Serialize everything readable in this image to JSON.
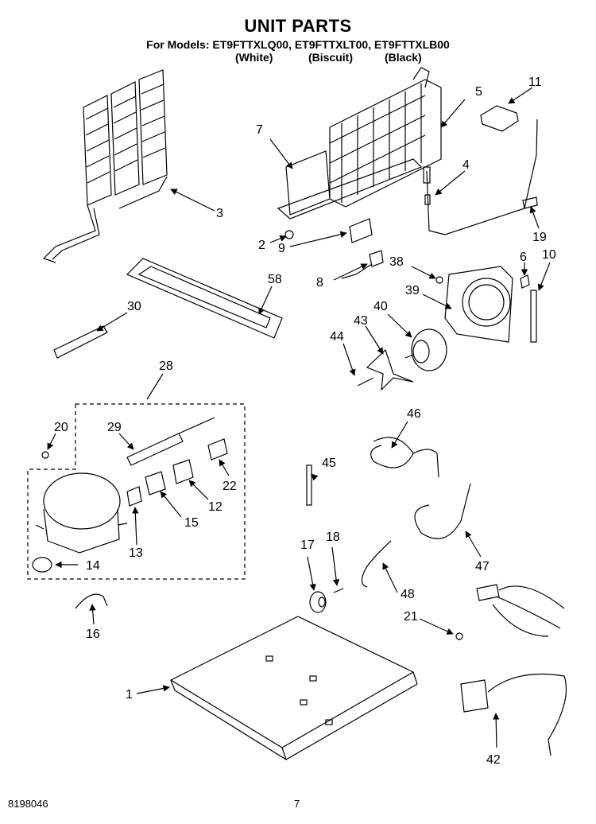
{
  "header": {
    "title": "UNIT PARTS",
    "models_line": "For Models: ET9FTTXLQ00, ET9FTTXLT00, ET9FTTXLB00",
    "variants": [
      "(White)",
      "(Biscuit)",
      "(Black)"
    ]
  },
  "footer": {
    "doc_number": "8198046",
    "page": "7"
  },
  "callouts": {
    "c1": "1",
    "c2": "2",
    "c3": "3",
    "c4": "4",
    "c5": "5",
    "c6": "6",
    "c7": "7",
    "c8": "8",
    "c9": "9",
    "c10": "10",
    "c11": "11",
    "c12": "12",
    "c13": "13",
    "c14": "14",
    "c15": "15",
    "c16": "16",
    "c17": "17",
    "c18": "18",
    "c19": "19",
    "c20": "20",
    "c21": "21",
    "c22": "22",
    "c28": "28",
    "c29": "29",
    "c30": "30",
    "c38": "38",
    "c39": "39",
    "c40": "40",
    "c42": "42",
    "c43": "43",
    "c44": "44",
    "c45": "45",
    "c46": "46",
    "c47": "47",
    "c48": "48",
    "c58": "58"
  }
}
